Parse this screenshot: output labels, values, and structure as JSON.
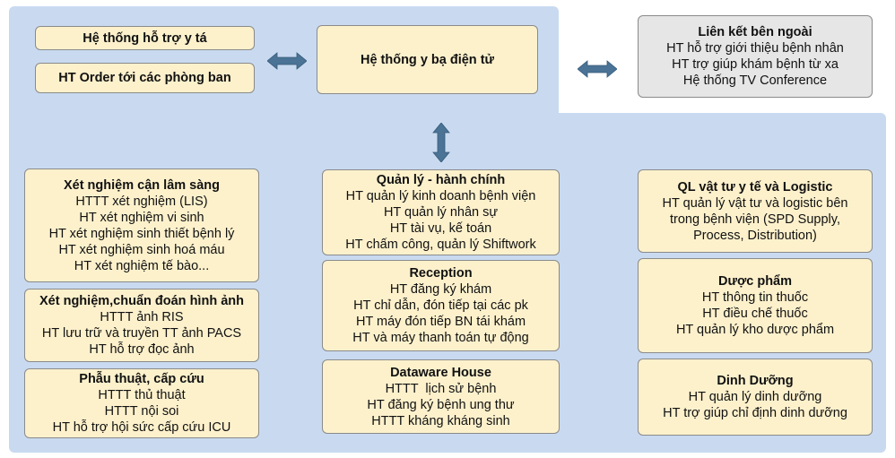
{
  "colors": {
    "background_panel": "#c9daf0",
    "box_fill": "#fdf1cc",
    "external_box_fill": "#e6e6e6",
    "arrow": "#4a7396"
  },
  "top": {
    "nurse_support": "Hệ thống hỗ trợ y tá",
    "order_system": "HT Order tới các phòng ban",
    "emr": "Hệ thống y bạ điện tử"
  },
  "external": {
    "title": "Liên kết bên ngoài",
    "items": [
      "HT hỗ trợ giới thiệu bệnh nhân",
      "HT trợ giúp khám bệnh từ xa",
      "Hệ thống TV Conference"
    ]
  },
  "left": [
    {
      "title": "Xét nghiệm cận lâm sàng",
      "items": [
        "HTTT xét nghiệm (LIS)",
        "HT xét nghiệm vi sinh",
        "HT xét nghiệm sinh thiết bệnh lý",
        "HT xét nghiệm sinh hoá máu",
        "HT xét nghiệm tế bào..."
      ]
    },
    {
      "title": "Xét nghiệm,chuẩn đoán hình ảnh",
      "items": [
        "HTTT ảnh RIS",
        "HT lưu trữ và truyền TT ảnh PACS",
        "HT hỗ trợ đọc ảnh"
      ]
    },
    {
      "title": "Phẫu thuật, cấp cứu",
      "items": [
        "HTTT thủ thuật",
        "HTTT nội soi",
        "HT hỗ trợ hội sức cấp cứu ICU"
      ]
    }
  ],
  "middle": [
    {
      "title": "Quản lý - hành chính",
      "items": [
        "HT quản lý kinh doanh bệnh viện",
        "HT quản lý nhân sự",
        "HT tài vụ, kế toán",
        "HT chấm công, quản lý Shiftwork"
      ]
    },
    {
      "title": "Reception",
      "items": [
        "HT đăng ký khám",
        "HT chỉ dẫn, đón tiếp tại các pk",
        "HT máy đón tiếp BN tái khám",
        "HT và máy thanh toán tự động"
      ]
    },
    {
      "title": "Dataware House",
      "items": [
        "HTTT  lịch sử bệnh",
        "HT đăng ký bệnh ung thư",
        "HTTT kháng kháng sinh"
      ]
    }
  ],
  "right": [
    {
      "title": "QL vật tư y tế và Logistic",
      "items": [
        "HT quản lý vật tư và logistic bên trong bệnh viện (SPD Supply, Process, Distribution)"
      ]
    },
    {
      "title": "Dược phẩm",
      "items": [
        "HT thông tin thuốc",
        "HT điều chế thuốc",
        "HT quản lý kho dược phẩm"
      ]
    },
    {
      "title": "Dinh Dưỡng",
      "items": [
        "HT quản lý dinh dưỡng",
        "HT trợ giúp chỉ định dinh dưỡng"
      ]
    }
  ]
}
